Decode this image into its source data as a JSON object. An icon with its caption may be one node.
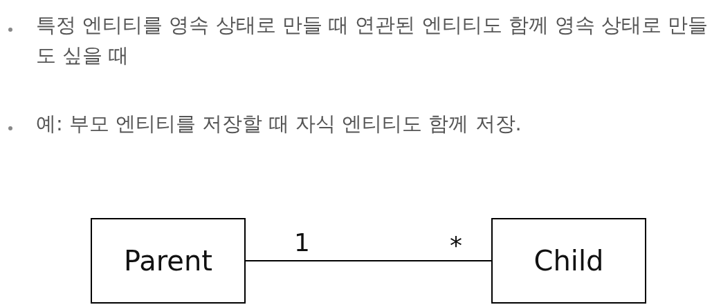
{
  "diagram": {
    "nodes": [
      {
        "text": [
          "Parent"
        ]
      },
      {
        "text": [
          "Child"
        ]
      }
    ],
    "edges": [
      {
        "from": 0,
        "to": 1,
        "arrow": "none"
      }
    ],
    "labels": [
      "특정 엔티티를 영속 상태로 만들 때 연관된 엔티티도 함께 영속 상태로 만들도 싶을 때",
      "예: 부모 엔티티를 저장할 때 자식 엔티티도 함께 저장.",
      "1",
      "*"
    ]
  }
}
